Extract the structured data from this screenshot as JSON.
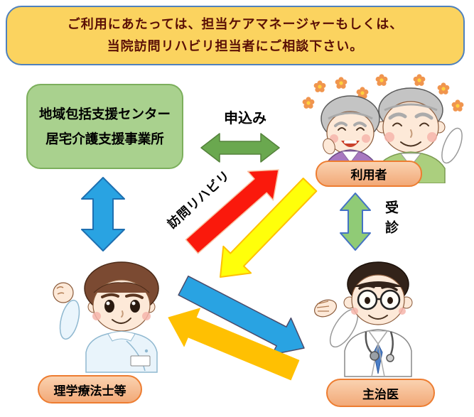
{
  "banner": {
    "line1": "ご利用にあたっては、担当ケアマネージャーもしくは、",
    "line2": "当院訪問リハビリ担当者にご相談下さい。"
  },
  "org_box": {
    "line1": "地域包括支援センター",
    "line2": "居宅介護支援事業所"
  },
  "labels": {
    "application": "申込み",
    "visiting_rehab": "訪問リハビリ",
    "consultation": "受診",
    "user": "利用者",
    "therapist": "理学療法士等",
    "doctor": "主治医"
  },
  "colors": {
    "banner_bg": "#FBD35F",
    "banner_border": "#4F81BD",
    "banner_text": "#5A0F06",
    "org_box_bg": "#A9D18E",
    "org_box_border": "#7CAF5C",
    "application_arrow": "#6AA84F",
    "application_arrow_border": "#54823B",
    "org_therapist_arrow": "#29A3E2",
    "org_therapist_arrow_border": "#1E6FB0",
    "consultation_arrow": "#90CB76",
    "consultation_arrow_border": "#4472C4",
    "rehab_arrow_red": "#FA190C",
    "rehab_arrow_red_border": "#F9C3A3",
    "rehab_arrow_yellow": "#FFFF0A",
    "rehab_arrow_yellow_border": "#FFC000",
    "therapist_doctor_arrow": "#29A3E2",
    "therapist_doctor_arrow_border": "#4A4A6A",
    "doctor_therapist_arrow": "#FFC002",
    "pill_border": "#ED7D31"
  }
}
